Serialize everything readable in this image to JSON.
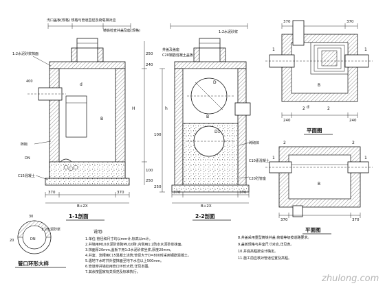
{
  "sections": {
    "left_title": "1-1剖面",
    "mid_title": "2-2剖面",
    "plan_top_title": "平面图",
    "plan_bottom_title": "平面图",
    "detail_title": "管口环形大样"
  },
  "section_marks": {
    "one": "1",
    "two": "2"
  },
  "left_section": {
    "labels": [
      "汚口盖板(规格)  规格与管道直径及荷载相对应",
      "铸铁检查井盖及座(规格)",
      "1:2水泥砂浆抹面",
      "d",
      "B",
      "H",
      "400",
      "砖砌",
      "DN",
      "C15混凝土"
    ],
    "dims": [
      "370",
      "370",
      "240",
      "100",
      "250",
      "250"
    ],
    "width_label": "B+2X"
  },
  "mid_section": {
    "labels": [
      "井盖及盖座",
      "C20钢筋混凝土盖板",
      "1:2水泥砂浆",
      "D",
      "D1",
      "h",
      "B",
      "砖砌体",
      "C10素混凝土",
      "C20砼管座"
    ],
    "dims": [
      "100",
      "250",
      "370",
      "370"
    ],
    "width_label": "B+2X"
  },
  "plan_top": {
    "labels": [
      "d",
      "B",
      "1",
      "1",
      "2",
      "2"
    ],
    "dims": [
      "370",
      "370",
      "240",
      "240"
    ]
  },
  "plan_bottom": {
    "labels": [
      "B",
      "1",
      "1",
      "2",
      "2"
    ],
    "dims": [
      "370",
      "370"
    ]
  },
  "detail": {
    "labels": [
      "1:2水泥砂浆",
      "30",
      "20",
      "DN"
    ]
  },
  "notes": {
    "heading": "说明:",
    "left_lines": [
      "1.单位:管径和尺寸均以mm计,标高以m计。",
      "2.井墙用M10水泥砂浆砌MU10砖,内侧用1:2防水水泥砂浆抹面。",
      "3.抹面厚20mm,盖板下用1:2水泥砂浆坐浆,厚度20mm。",
      "4.井室、流槽用C15混凝土浇筑;管径大于D=800时采用钢筋混凝土。",
      "5.遇地下水时井外壁抹面至地下水位以上500mm。",
      "6.管道穿井墙处用管口环形大样,详见本图。",
      "7.其余按国家有关规范及标准执行。"
    ],
    "right_lines": [
      "8.井盖采用重型铸铁井盖,荷载等级按道路要求。",
      "9.盖板规格与井室尺寸对应,详见表。",
      "10.井底高程按设计确定。",
      "11.施工前应核对管道位置及高程。"
    ]
  },
  "watermark": "zhulong.com"
}
